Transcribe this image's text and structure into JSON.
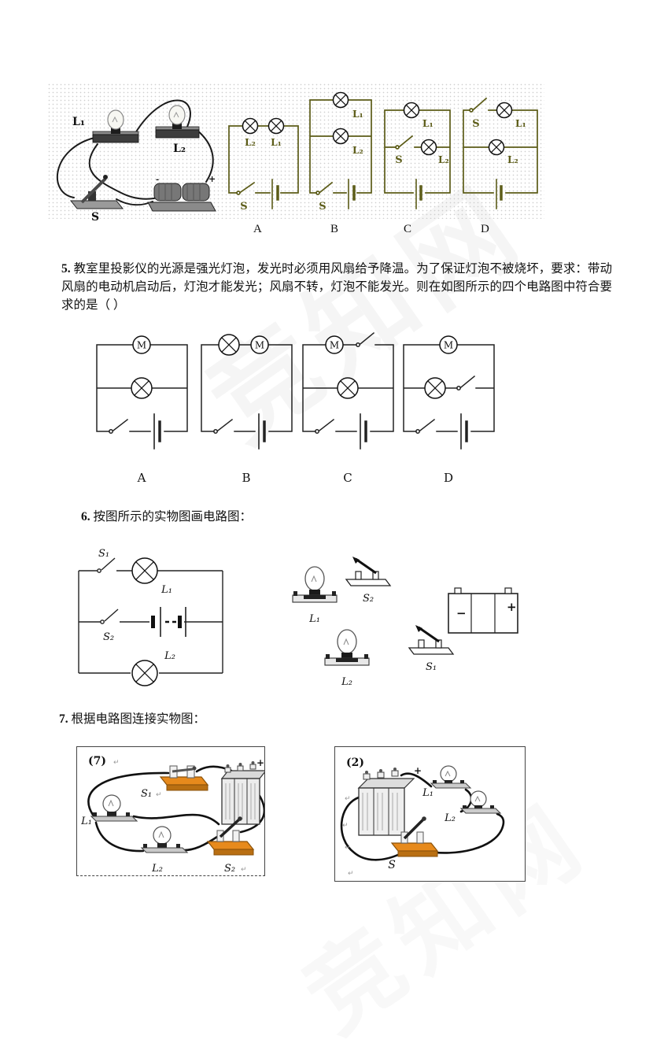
{
  "watermark": {
    "text": "竞知网"
  },
  "figure_top": {
    "photo": {
      "l1": "L₁",
      "l2": "L₂",
      "s": "S",
      "plus": "+",
      "minus": "-"
    },
    "options": [
      {
        "letter": "A",
        "lamp1": "L₂",
        "lamp2": "L₁",
        "switch": "S"
      },
      {
        "letter": "B",
        "lamp1": "L₁",
        "lamp2": "L₂",
        "switch": "S"
      },
      {
        "letter": "C",
        "lamp1": "L₁",
        "lamp2": "L₂",
        "switch": "S"
      },
      {
        "letter": "D",
        "lamp1": "L₁",
        "lamp2": "L₂",
        "switch": "S"
      }
    ]
  },
  "q5": {
    "number": "5.",
    "text": "教室里投影仪的光源是强光灯泡，发光时必须用风扇给予降温。为了保证灯泡不被烧坏，要求：带动风扇的电动机启动后，灯泡才能发光；风扇不转，灯泡不能发光。则在如图所示的四个电路图中符合要求的是（ ）",
    "motor": "M",
    "options": [
      {
        "letter": "A"
      },
      {
        "letter": "B"
      },
      {
        "letter": "C"
      },
      {
        "letter": "D"
      }
    ]
  },
  "q6": {
    "number": "6.",
    "text": "按图所示的实物图画电路图：",
    "schematic": {
      "s1": "S₁",
      "l1": "L₁",
      "s2": "S₂",
      "l2": "L₂"
    },
    "parts": {
      "l1": "L₁",
      "s2": "S₂",
      "l2": "L₂",
      "s1": "S₁",
      "minus": "−",
      "plus": "+"
    }
  },
  "q7": {
    "number": "7.",
    "text": "根据电路图连接实物图：",
    "left": {
      "tag": "(7)",
      "s1": "S₁",
      "l1": "L₁",
      "l2": "L₂",
      "s2": "S₂",
      "plus": "+"
    },
    "right": {
      "tag": "(2)",
      "l1": "L₁",
      "l2": "L₂",
      "s": "S",
      "plus": "+"
    },
    "mark": "↵"
  }
}
